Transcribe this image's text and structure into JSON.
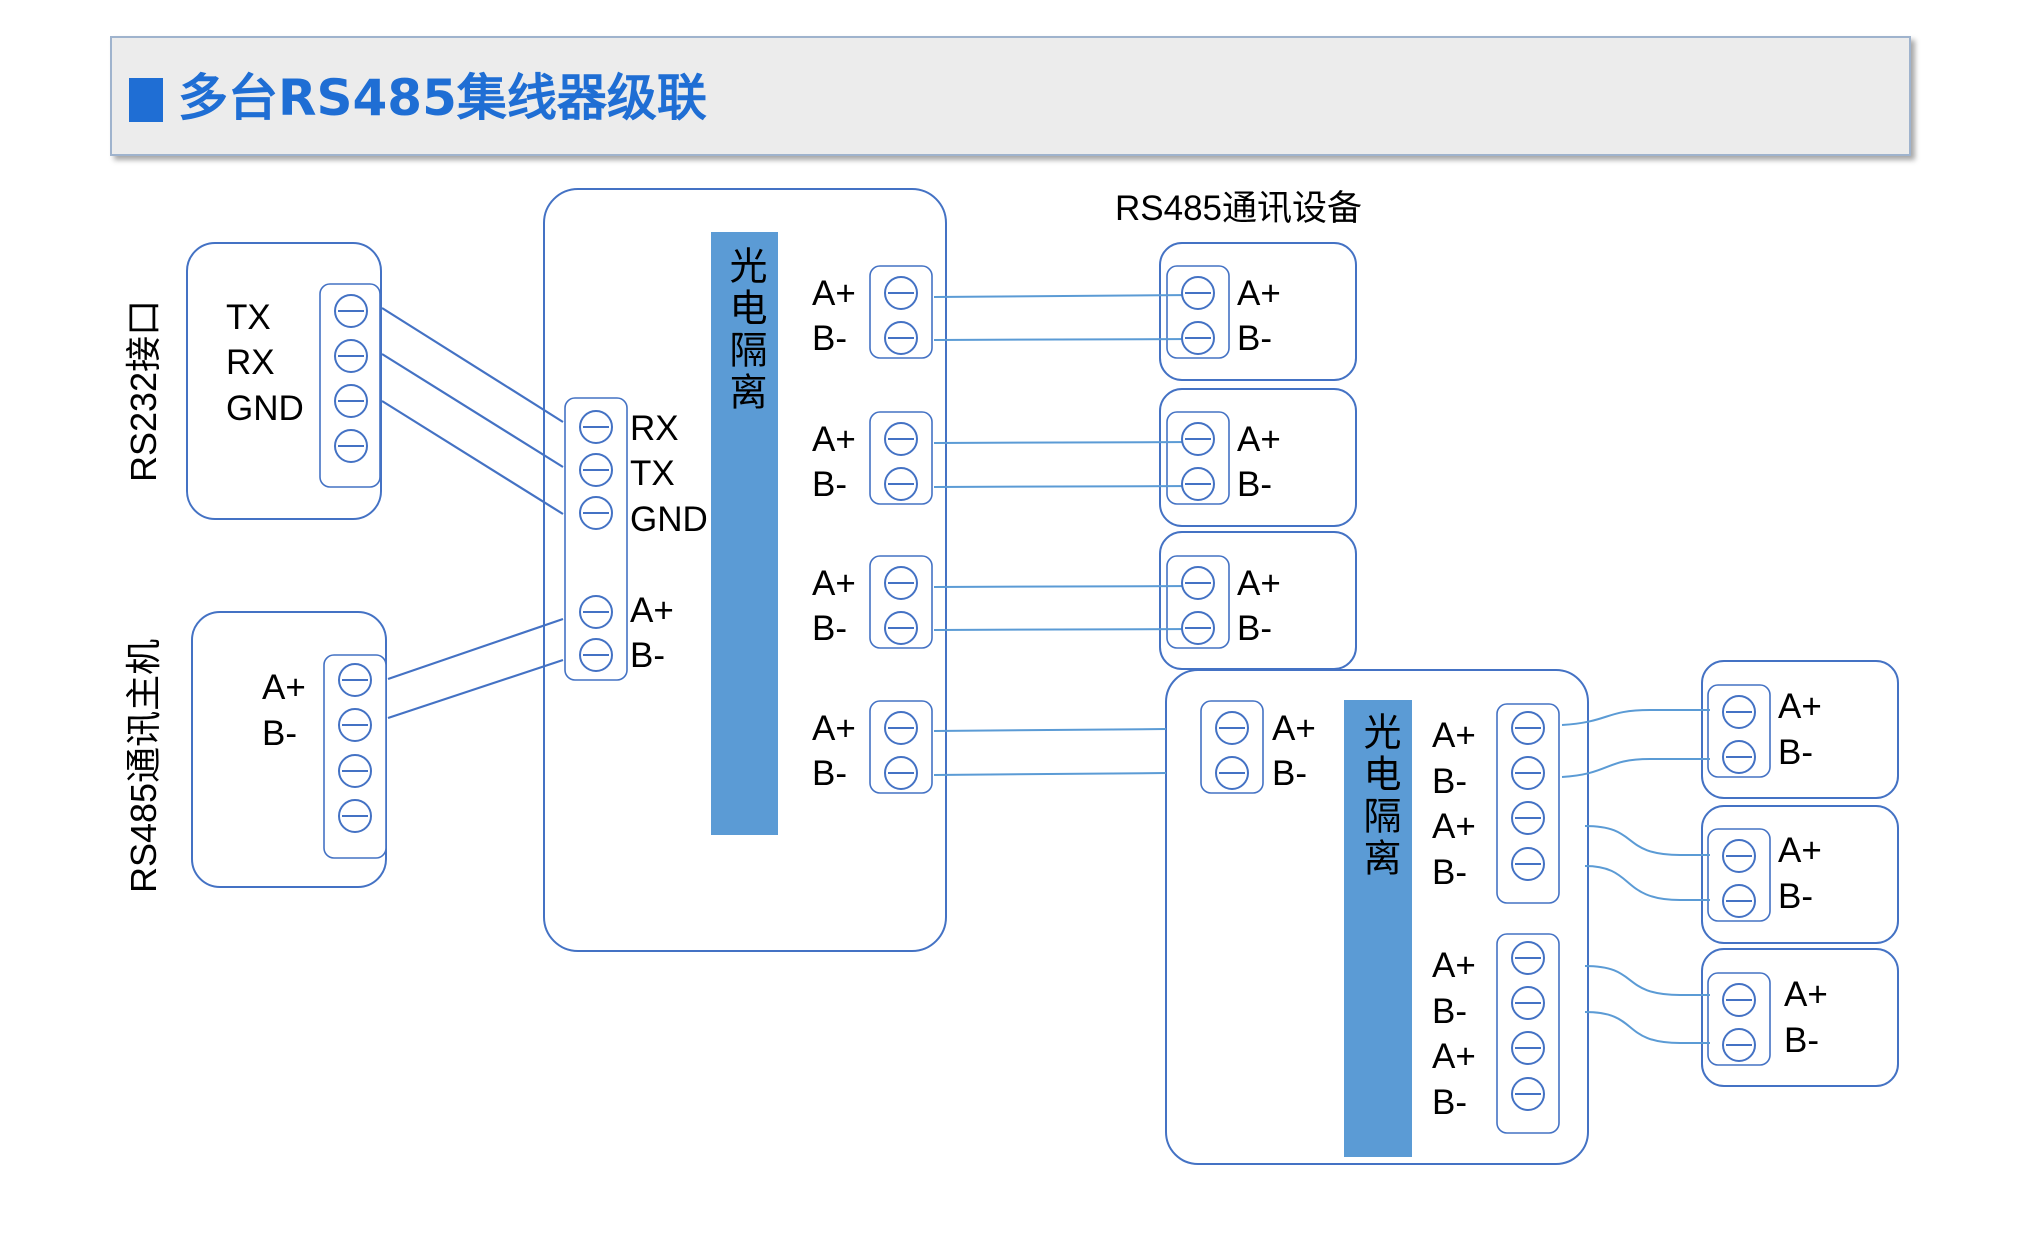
{
  "title": "多台RS485集线器级联",
  "labels": {
    "rs232_interface": "RS232接口",
    "rs485_host": "RS485通讯主机",
    "rs485_devices": "RS485通讯设备",
    "isolation_1": "光电隔离",
    "isolation_2": "光电隔离"
  },
  "pins": {
    "tx": "TX",
    "rx": "RX",
    "gnd": "GND",
    "a_plus": "A+",
    "b_minus": "B-"
  },
  "colors": {
    "title": "#1f6ed4",
    "line": "#4472c4",
    "isolation_bar": "#5b9bd5"
  }
}
